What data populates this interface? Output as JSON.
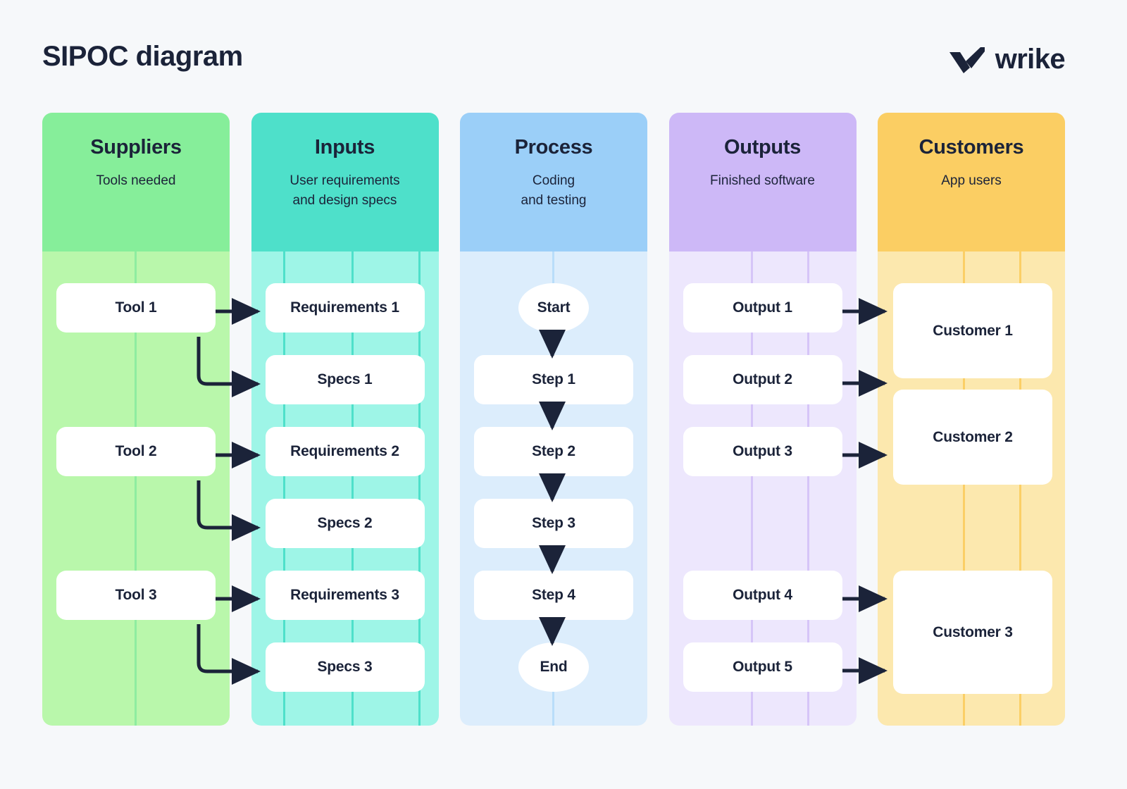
{
  "page": {
    "title": "SIPOC diagram",
    "background_color": "#f6f8fa",
    "text_color": "#1b2339"
  },
  "brand": {
    "name": "wrike",
    "logo_icon": "wrike-checkmark-icon",
    "color": "#1b2339"
  },
  "columns": [
    {
      "key": "suppliers",
      "title": "Suppliers",
      "subtitle": "Tools needed",
      "header_color": "#86ee9a",
      "body_color": "#b9f7ab",
      "lane_color": "#8eeda0",
      "lanes": 1,
      "nodes": [
        {
          "label": "Tool 1",
          "shape": "rounded-rect"
        },
        {
          "label": "Tool 2",
          "shape": "rounded-rect"
        },
        {
          "label": "Tool 3",
          "shape": "rounded-rect"
        }
      ]
    },
    {
      "key": "inputs",
      "title": "Inputs",
      "subtitle": "User requirements\nand design specs",
      "subtitle_line1": "User requirements",
      "subtitle_line2": "and design specs",
      "header_color": "#4ee0ca",
      "body_color": "#9ef5e7",
      "lane_color": "#4ee0ca",
      "lanes": 3,
      "nodes": [
        {
          "label": "Requirements 1",
          "shape": "rounded-rect"
        },
        {
          "label": "Specs 1",
          "shape": "rounded-rect"
        },
        {
          "label": "Requirements 2",
          "shape": "rounded-rect"
        },
        {
          "label": "Specs 2",
          "shape": "rounded-rect"
        },
        {
          "label": "Requirements 3",
          "shape": "rounded-rect"
        },
        {
          "label": "Specs 3",
          "shape": "rounded-rect"
        }
      ]
    },
    {
      "key": "process",
      "title": "Process",
      "subtitle": "Coding\nand testing",
      "subtitle_line1": "Coding",
      "subtitle_line2": "and testing",
      "header_color": "#9bcff8",
      "body_color": "#dcedfc",
      "lane_color": "#b9ddfa",
      "lanes": 1,
      "nodes": [
        {
          "label": "Start",
          "shape": "oval"
        },
        {
          "label": "Step 1",
          "shape": "rounded-rect"
        },
        {
          "label": "Step 2",
          "shape": "rounded-rect"
        },
        {
          "label": "Step 3",
          "shape": "rounded-rect"
        },
        {
          "label": "Step 4",
          "shape": "rounded-rect"
        },
        {
          "label": "End",
          "shape": "oval"
        }
      ]
    },
    {
      "key": "outputs",
      "title": "Outputs",
      "subtitle": "Finished software",
      "header_color": "#cdb8f7",
      "body_color": "#ede7fd",
      "lane_color": "#d6c5f8",
      "lanes": 2,
      "nodes": [
        {
          "label": "Output 1",
          "shape": "rounded-rect"
        },
        {
          "label": "Output 2",
          "shape": "rounded-rect"
        },
        {
          "label": "Output 3",
          "shape": "rounded-rect"
        },
        {
          "label": "Output 4",
          "shape": "rounded-rect"
        },
        {
          "label": "Output 5",
          "shape": "rounded-rect"
        }
      ]
    },
    {
      "key": "customers",
      "title": "Customers",
      "subtitle": "App users",
      "header_color": "#fbce63",
      "body_color": "#fce8ae",
      "lane_color": "#fbcf66",
      "lanes": 2,
      "nodes": [
        {
          "label": "Customer 1",
          "shape": "rounded-rect"
        },
        {
          "label": "Customer 2",
          "shape": "rounded-rect"
        },
        {
          "label": "Customer 3",
          "shape": "rounded-rect"
        }
      ]
    }
  ],
  "connectors": {
    "color": "#1b2339",
    "flows": [
      {
        "from": "Tool 1",
        "to": "Requirements 1",
        "style": "straight"
      },
      {
        "from": "Tool 1",
        "to": "Specs 1",
        "style": "elbow"
      },
      {
        "from": "Tool 2",
        "to": "Requirements 2",
        "style": "straight"
      },
      {
        "from": "Tool 2",
        "to": "Specs 2",
        "style": "elbow"
      },
      {
        "from": "Tool 3",
        "to": "Requirements 3",
        "style": "straight"
      },
      {
        "from": "Tool 3",
        "to": "Specs 3",
        "style": "elbow"
      },
      {
        "from": "Start",
        "to": "Step 1",
        "style": "down"
      },
      {
        "from": "Step 1",
        "to": "Step 2",
        "style": "down"
      },
      {
        "from": "Step 2",
        "to": "Step 3",
        "style": "down"
      },
      {
        "from": "Step 3",
        "to": "Step 4",
        "style": "down"
      },
      {
        "from": "Step 4",
        "to": "End",
        "style": "down"
      },
      {
        "from": "Output 1",
        "to": "Customer 1",
        "style": "straight"
      },
      {
        "from": "Output 2",
        "to": "Customer 1",
        "style": "straight"
      },
      {
        "from": "Output 3",
        "to": "Customer 2",
        "style": "straight"
      },
      {
        "from": "Output 4",
        "to": "Customer 3",
        "style": "straight"
      },
      {
        "from": "Output 5",
        "to": "Customer 3",
        "style": "straight"
      }
    ]
  }
}
